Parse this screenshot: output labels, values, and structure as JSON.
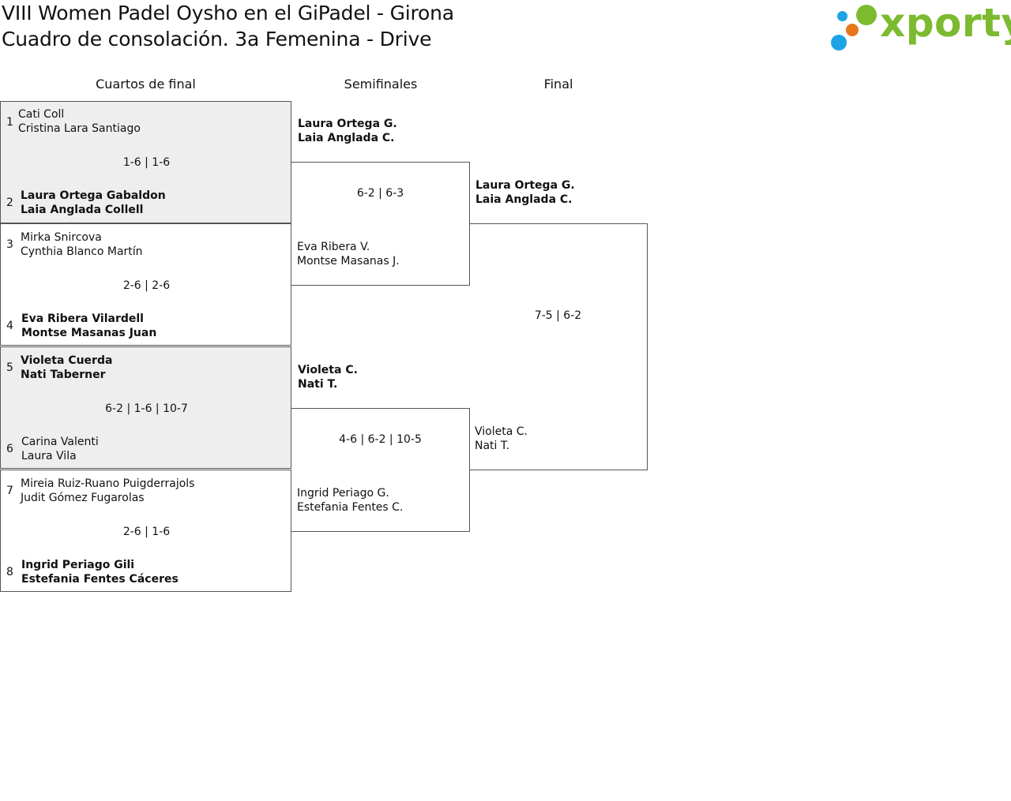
{
  "header": {
    "title_line1": "VIII Women Padel Oysho en el GiPadel - Girona",
    "title_line2": "Cuadro de consolación. 3a Femenina - Drive"
  },
  "logo": {
    "text": "xporty",
    "colors": {
      "green": "#7cba2f",
      "orange": "#e8751a",
      "blue": "#1ca3e6"
    }
  },
  "rounds": {
    "quarterfinals": "Cuartos de final",
    "semifinals": "Semifinales",
    "final": "Final"
  },
  "quarterfinals": [
    {
      "top": {
        "seed": "1",
        "player1": "Cati Coll",
        "player2": "Cristina Lara Santiago",
        "winner": false
      },
      "score": "1-6 | 1-6",
      "bottom": {
        "seed": "2",
        "player1": "Laura Ortega Gabaldon",
        "player2": "Laia Anglada Collell",
        "winner": true
      }
    },
    {
      "top": {
        "seed": "3",
        "player1": "Mirka Snircova",
        "player2": "Cynthia Blanco Martín",
        "winner": false
      },
      "score": "2-6 | 2-6",
      "bottom": {
        "seed": "4",
        "player1": "Eva Ribera Vilardell",
        "player2": "Montse Masanas Juan",
        "winner": true
      }
    },
    {
      "top": {
        "seed": "5",
        "player1": "Violeta Cuerda",
        "player2": "Nati Taberner",
        "winner": true
      },
      "score": "6-2 | 1-6 | 10-7",
      "bottom": {
        "seed": "6",
        "player1": "Carina Valenti",
        "player2": "Laura Vila",
        "winner": false
      }
    },
    {
      "top": {
        "seed": "7",
        "player1": "Mireia Ruiz-Ruano Puigderrajols",
        "player2": "Judit Gómez Fugarolas",
        "winner": false
      },
      "score": "2-6 | 1-6",
      "bottom": {
        "seed": "8",
        "player1": "Ingrid Periago Gili",
        "player2": "Estefania Fentes Cáceres",
        "winner": true
      }
    }
  ],
  "semifinals": [
    {
      "top": {
        "player1": "Laura Ortega G.",
        "player2": "Laia Anglada C.",
        "winner": true
      },
      "score": "6-2 | 6-3",
      "bottom": {
        "player1": "Eva Ribera V.",
        "player2": "Montse Masanas J.",
        "winner": false
      }
    },
    {
      "top": {
        "player1": "Violeta C.",
        "player2": "Nati T.",
        "winner": true
      },
      "score": "4-6 | 6-2 | 10-5",
      "bottom": {
        "player1": "Ingrid Periago G.",
        "player2": "Estefania Fentes C.",
        "winner": false
      }
    }
  ],
  "final": {
    "top": {
      "player1": "Laura Ortega G.",
      "player2": "Laia Anglada C.",
      "winner": true
    },
    "score": "7-5 | 6-2",
    "bottom": {
      "player1": "Violeta C.",
      "player2": "Nati T.",
      "winner": false
    }
  }
}
